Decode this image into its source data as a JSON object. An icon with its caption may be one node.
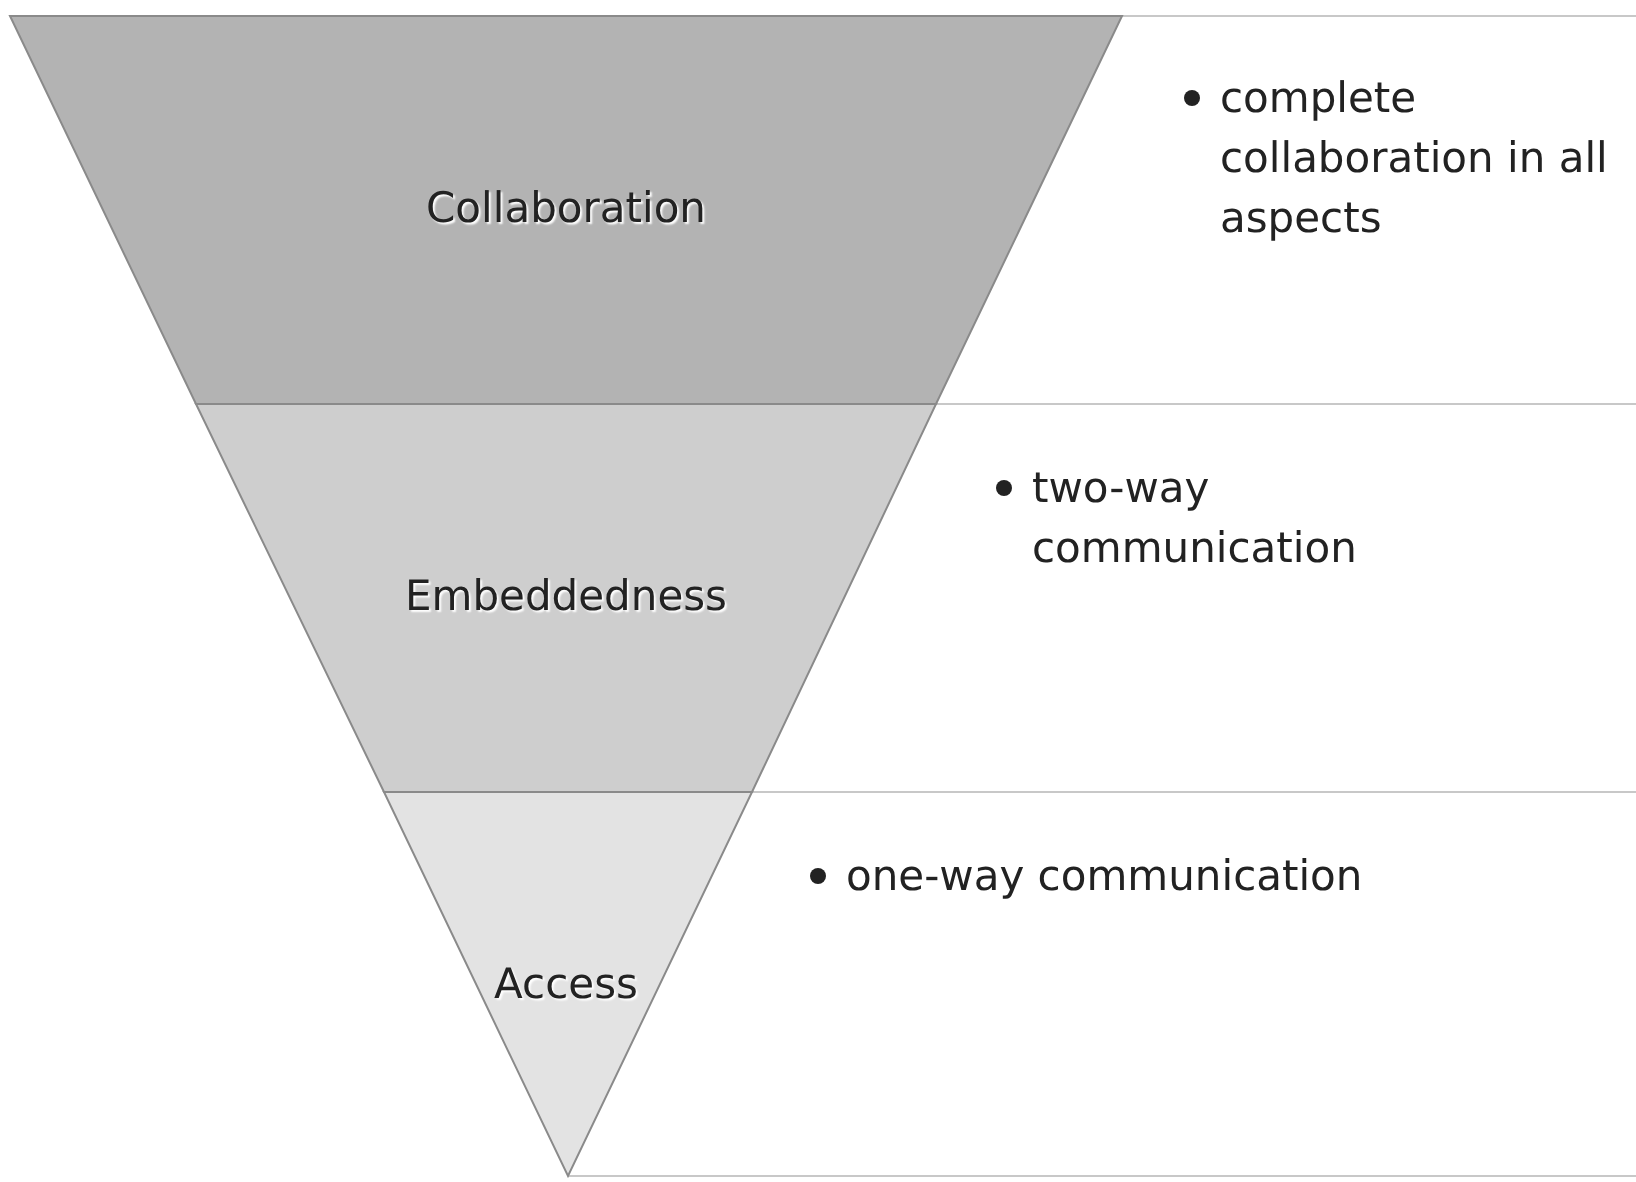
{
  "diagram": {
    "nodes": [
      {
        "text": [
          "Collaboration"
        ],
        "beside": [
          "complete collaboration in all aspects"
        ]
      },
      {
        "text": [
          "Embeddedness"
        ],
        "beside": [
          "two-way communication"
        ]
      },
      {
        "text": [
          "Access"
        ],
        "beside": [
          "one-way communication"
        ]
      }
    ],
    "edges": []
  }
}
